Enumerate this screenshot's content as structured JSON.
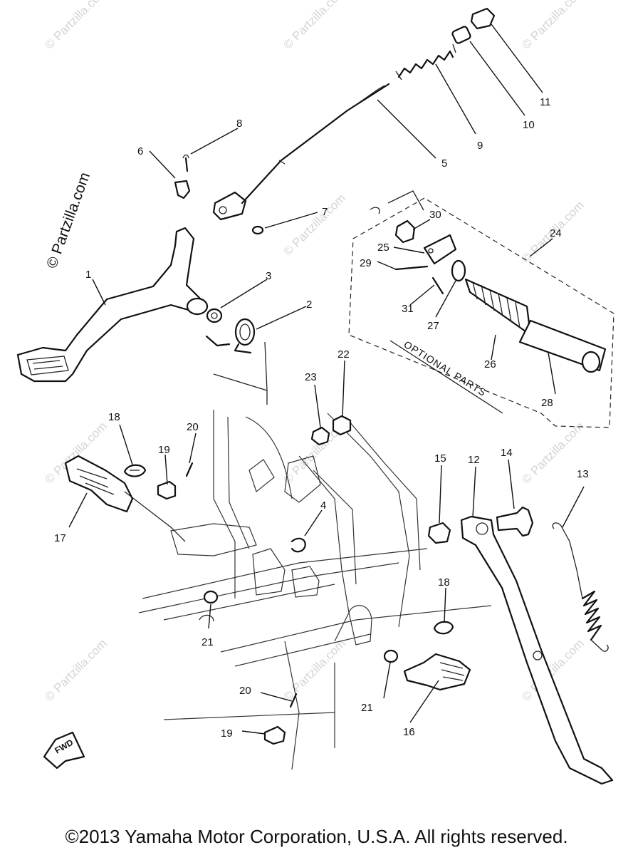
{
  "watermark": "© Partzilla.com",
  "side_watermark": "© Partzilla.com",
  "optional_label": "OPTIONAL PARTS",
  "fwd_label": "FWD",
  "copyright": "©2013 Yamaha Motor Corporation, U.S.A. All rights reserved.",
  "callouts": {
    "c1": "1",
    "c2": "2",
    "c3": "3",
    "c4": "4",
    "c5": "5",
    "c6": "6",
    "c7": "7",
    "c8": "8",
    "c9": "9",
    "c10": "10",
    "c11": "11",
    "c12": "12",
    "c13": "13",
    "c14": "14",
    "c15": "15",
    "c16": "16",
    "c17": "17",
    "c18a": "18",
    "c18b": "18",
    "c19a": "19",
    "c19b": "19",
    "c20a": "20",
    "c20b": "20",
    "c21a": "21",
    "c21b": "21",
    "c22": "22",
    "c23": "23",
    "c24": "24",
    "c25": "25",
    "c26": "26",
    "c27": "27",
    "c28": "28",
    "c29": "29",
    "c30": "30",
    "c31": "31"
  }
}
